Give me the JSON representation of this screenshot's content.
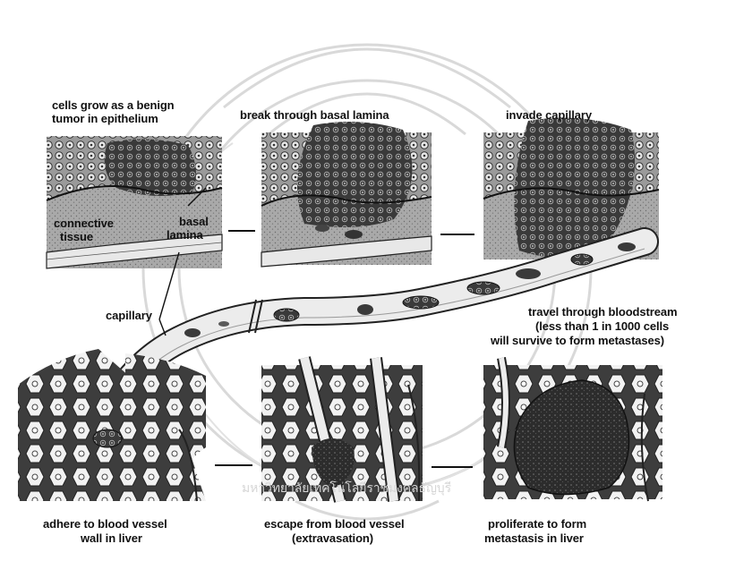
{
  "stages": {
    "s1_line1": "cells grow as a benign",
    "s1_line2": "tumor in epithelium",
    "s2": "break through basal lamina",
    "s3": "invade capillary",
    "connective_1": "connective",
    "connective_2": "tissue",
    "basal_1": "basal",
    "basal_2": "lamina",
    "capillary": "capillary",
    "travel_1": "travel through bloodstream",
    "travel_2": "(less than 1 in  1000 cells",
    "travel_3": "will survive to form metastases)",
    "adhere_1": "adhere to blood vessel",
    "adhere_2": "wall in liver",
    "escape_1": "escape from blood vessel",
    "escape_2": "(extravasation)",
    "prolif_1": "proliferate to form",
    "prolif_2": "metastasis in liver"
  },
  "watermark": {
    "text": "มหาวิทยาลัยเทคโนโลยีราชมงคลธัญบุรี"
  },
  "colors": {
    "ink": "#111111",
    "tumor": "#333333",
    "tissue": "#8a8a8a",
    "vessel": "#e6e6e6",
    "watermark": "#cfcfcf"
  }
}
